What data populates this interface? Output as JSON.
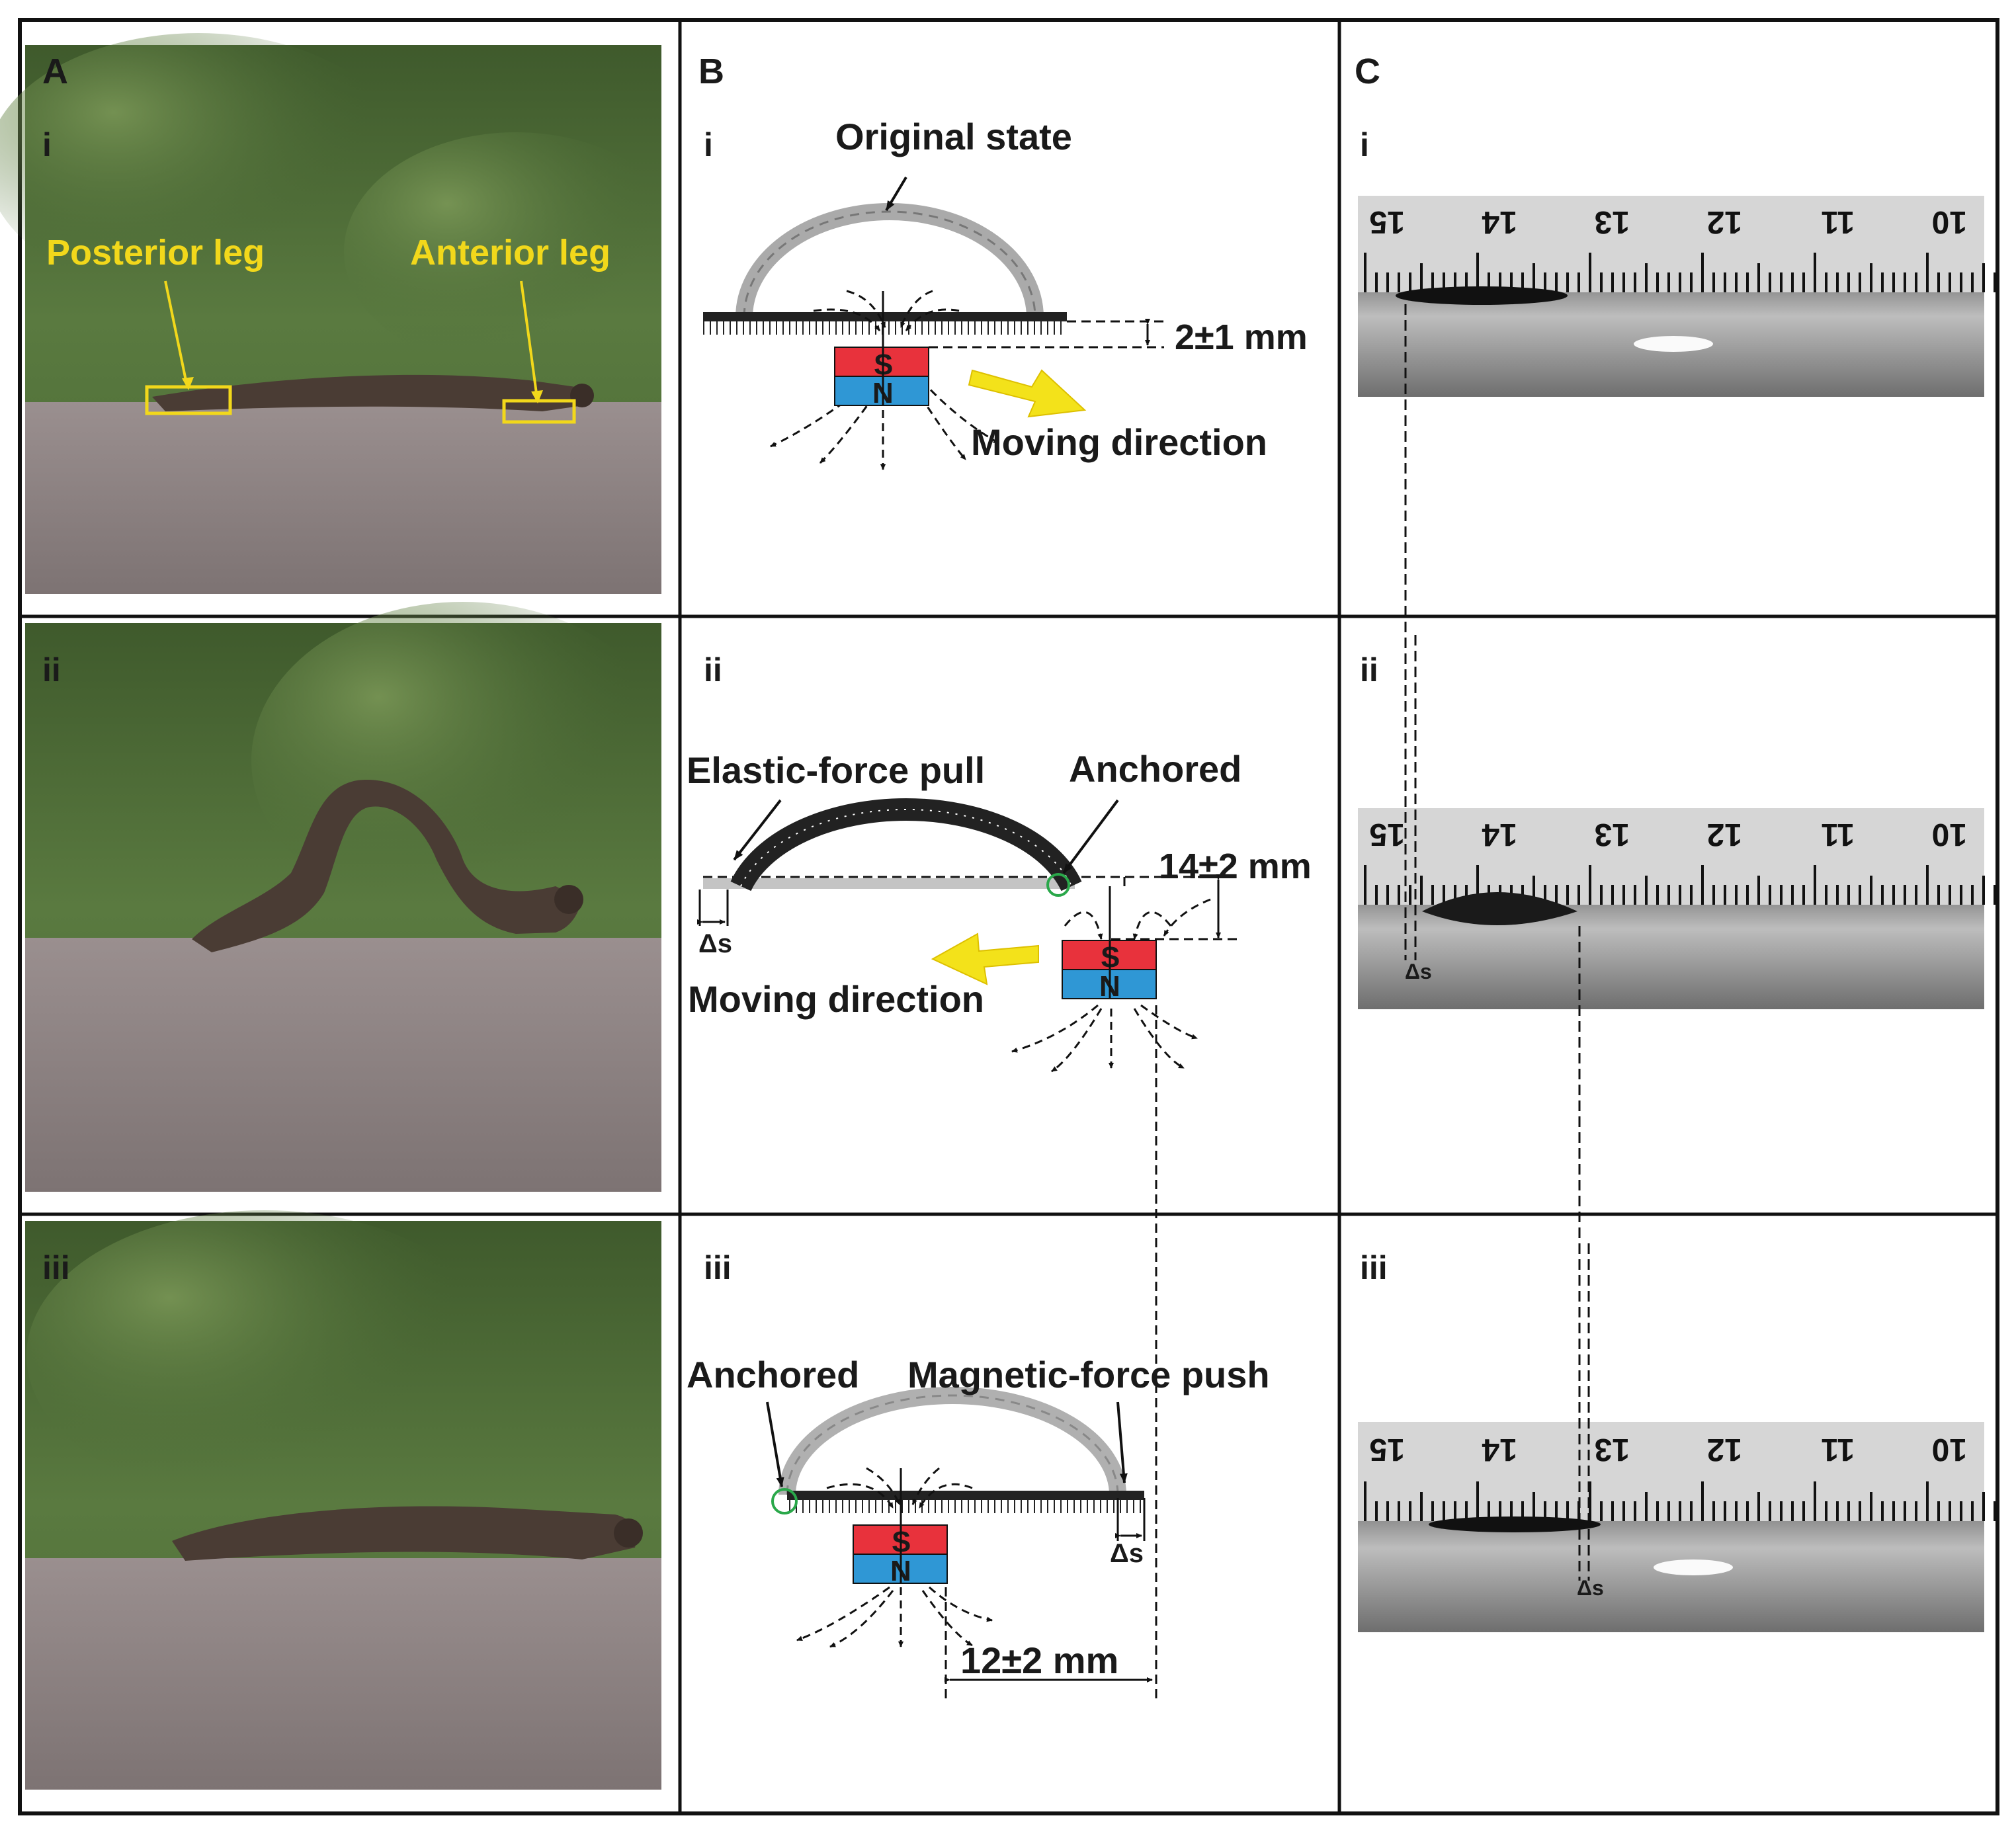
{
  "panels": {
    "A": {
      "letter": "A",
      "rows": [
        "i",
        "ii",
        "iii"
      ],
      "posterior_leg": "Posterior leg",
      "anterior_leg": "Anterior leg"
    },
    "B": {
      "letter": "B",
      "rows": [
        "i",
        "ii",
        "iii"
      ],
      "i": {
        "original_state": "Original state",
        "gap": "2±1 mm",
        "moving_direction": "Moving direction"
      },
      "ii": {
        "elastic_force_pull": "Elastic-force pull",
        "anchored": "Anchored",
        "height": "14±2 mm",
        "moving_direction": "Moving direction",
        "delta_s": "Δs"
      },
      "iii": {
        "anchored": "Anchored",
        "magnetic_force_push": "Magnetic-force push",
        "delta_s": "Δs",
        "distance": "12±2 mm"
      },
      "magnet": {
        "south": "S",
        "north": "N"
      }
    },
    "C": {
      "letter": "C",
      "rows": [
        "i",
        "ii",
        "iii"
      ],
      "ruler_numbers": [
        "15",
        "14",
        "13",
        "12",
        "11",
        "10"
      ],
      "delta_s": "Δs"
    }
  },
  "colors": {
    "label_yellow": "#f2d81b",
    "magnet_south": "#e8323c",
    "magnet_north": "#2f97d5",
    "arrow_yellow": "#f3e21a"
  }
}
